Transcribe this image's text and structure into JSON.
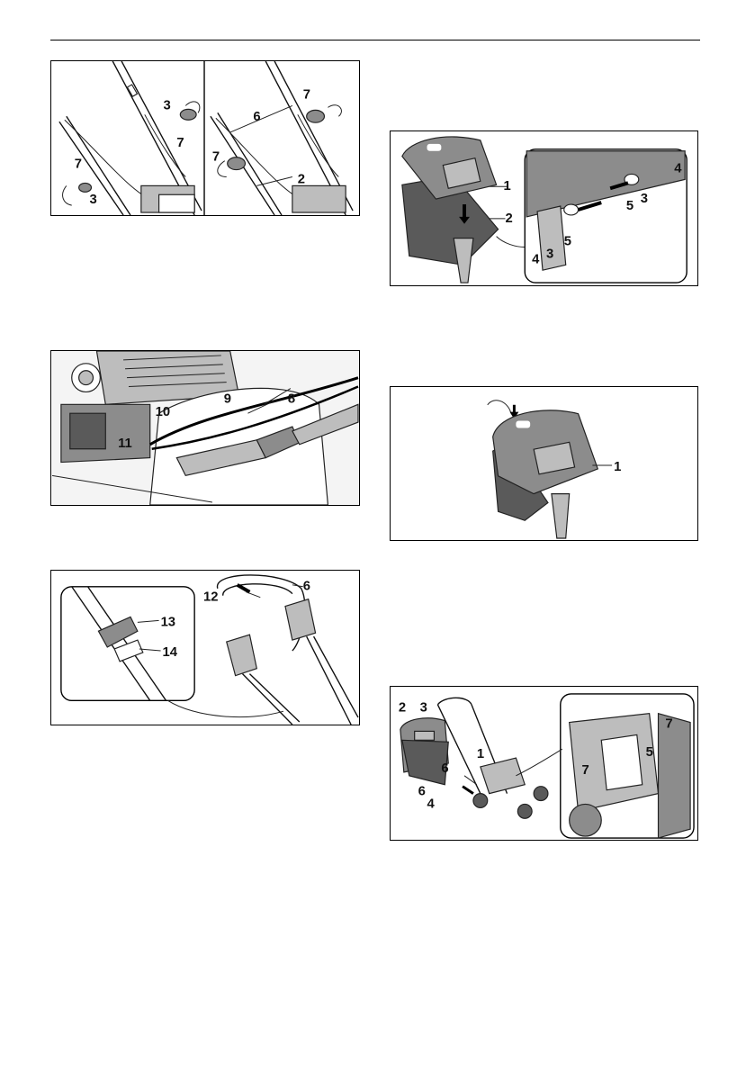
{
  "figures": [
    {
      "id": "handle-mount",
      "callouts": [
        "3",
        "7",
        "7",
        "3",
        "6",
        "7",
        "7",
        "2"
      ]
    },
    {
      "id": "cable-routing",
      "callouts": [
        "8",
        "9",
        "10",
        "11"
      ]
    },
    {
      "id": "handle-lever",
      "callouts": [
        "13",
        "14",
        "12",
        "6"
      ]
    },
    {
      "id": "bag-assembly",
      "callouts": [
        "1",
        "2",
        "4",
        "3",
        "5",
        "5",
        "4",
        "3"
      ]
    },
    {
      "id": "bag-closed",
      "callouts": [
        "1"
      ]
    },
    {
      "id": "bag-attach",
      "callouts": [
        "2",
        "3",
        "1",
        "6",
        "6",
        "4",
        "7",
        "5",
        "7"
      ]
    }
  ]
}
